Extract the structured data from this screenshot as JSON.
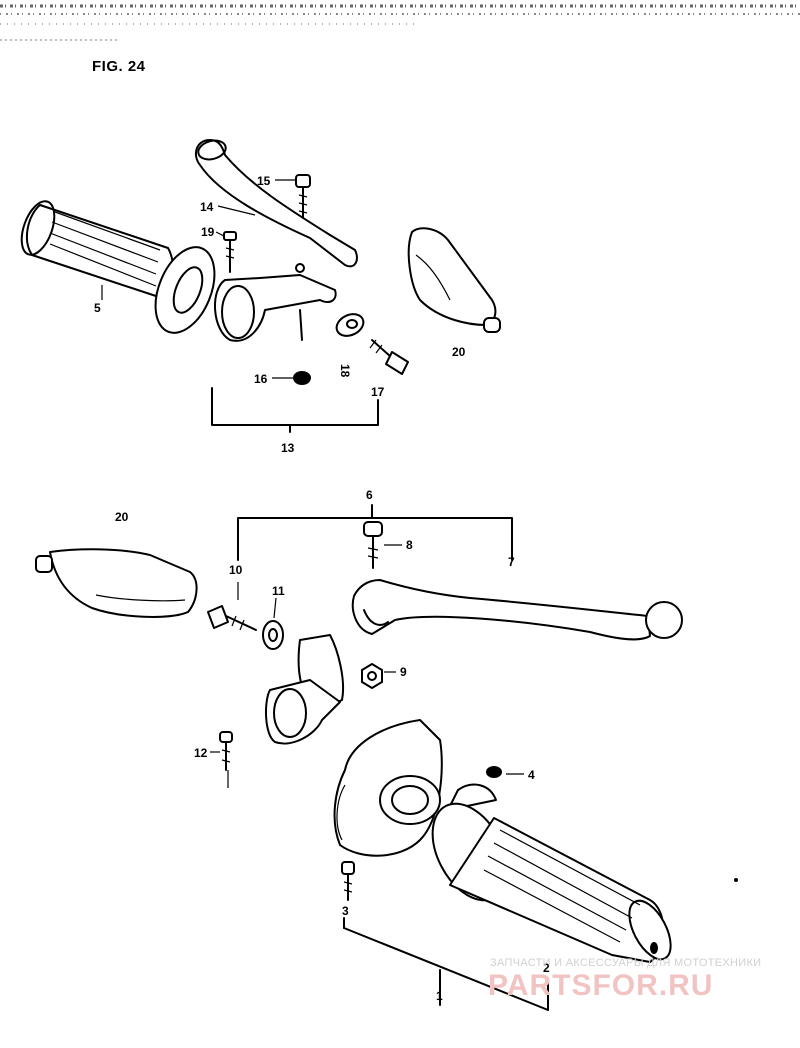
{
  "figure": {
    "title": "FIG. 24"
  },
  "parts": {
    "p1": "1",
    "p2": "2",
    "p3": "3",
    "p4": "4",
    "p5": "5",
    "p6": "6",
    "p7": "7",
    "p8": "8",
    "p9": "9",
    "p10": "10",
    "p11": "11",
    "p12": "12",
    "p13": "13",
    "p14": "14",
    "p15": "15",
    "p16": "16",
    "p17": "17",
    "p18": "18",
    "p19": "19",
    "p20a": "20",
    "p20b": "20"
  },
  "watermark": {
    "tagline": "ЗАПЧАСТИ И АКСЕССУАРЫ ДЛЯ МОТОТЕХНИКИ",
    "brand": "PARTSFOR.RU"
  }
}
